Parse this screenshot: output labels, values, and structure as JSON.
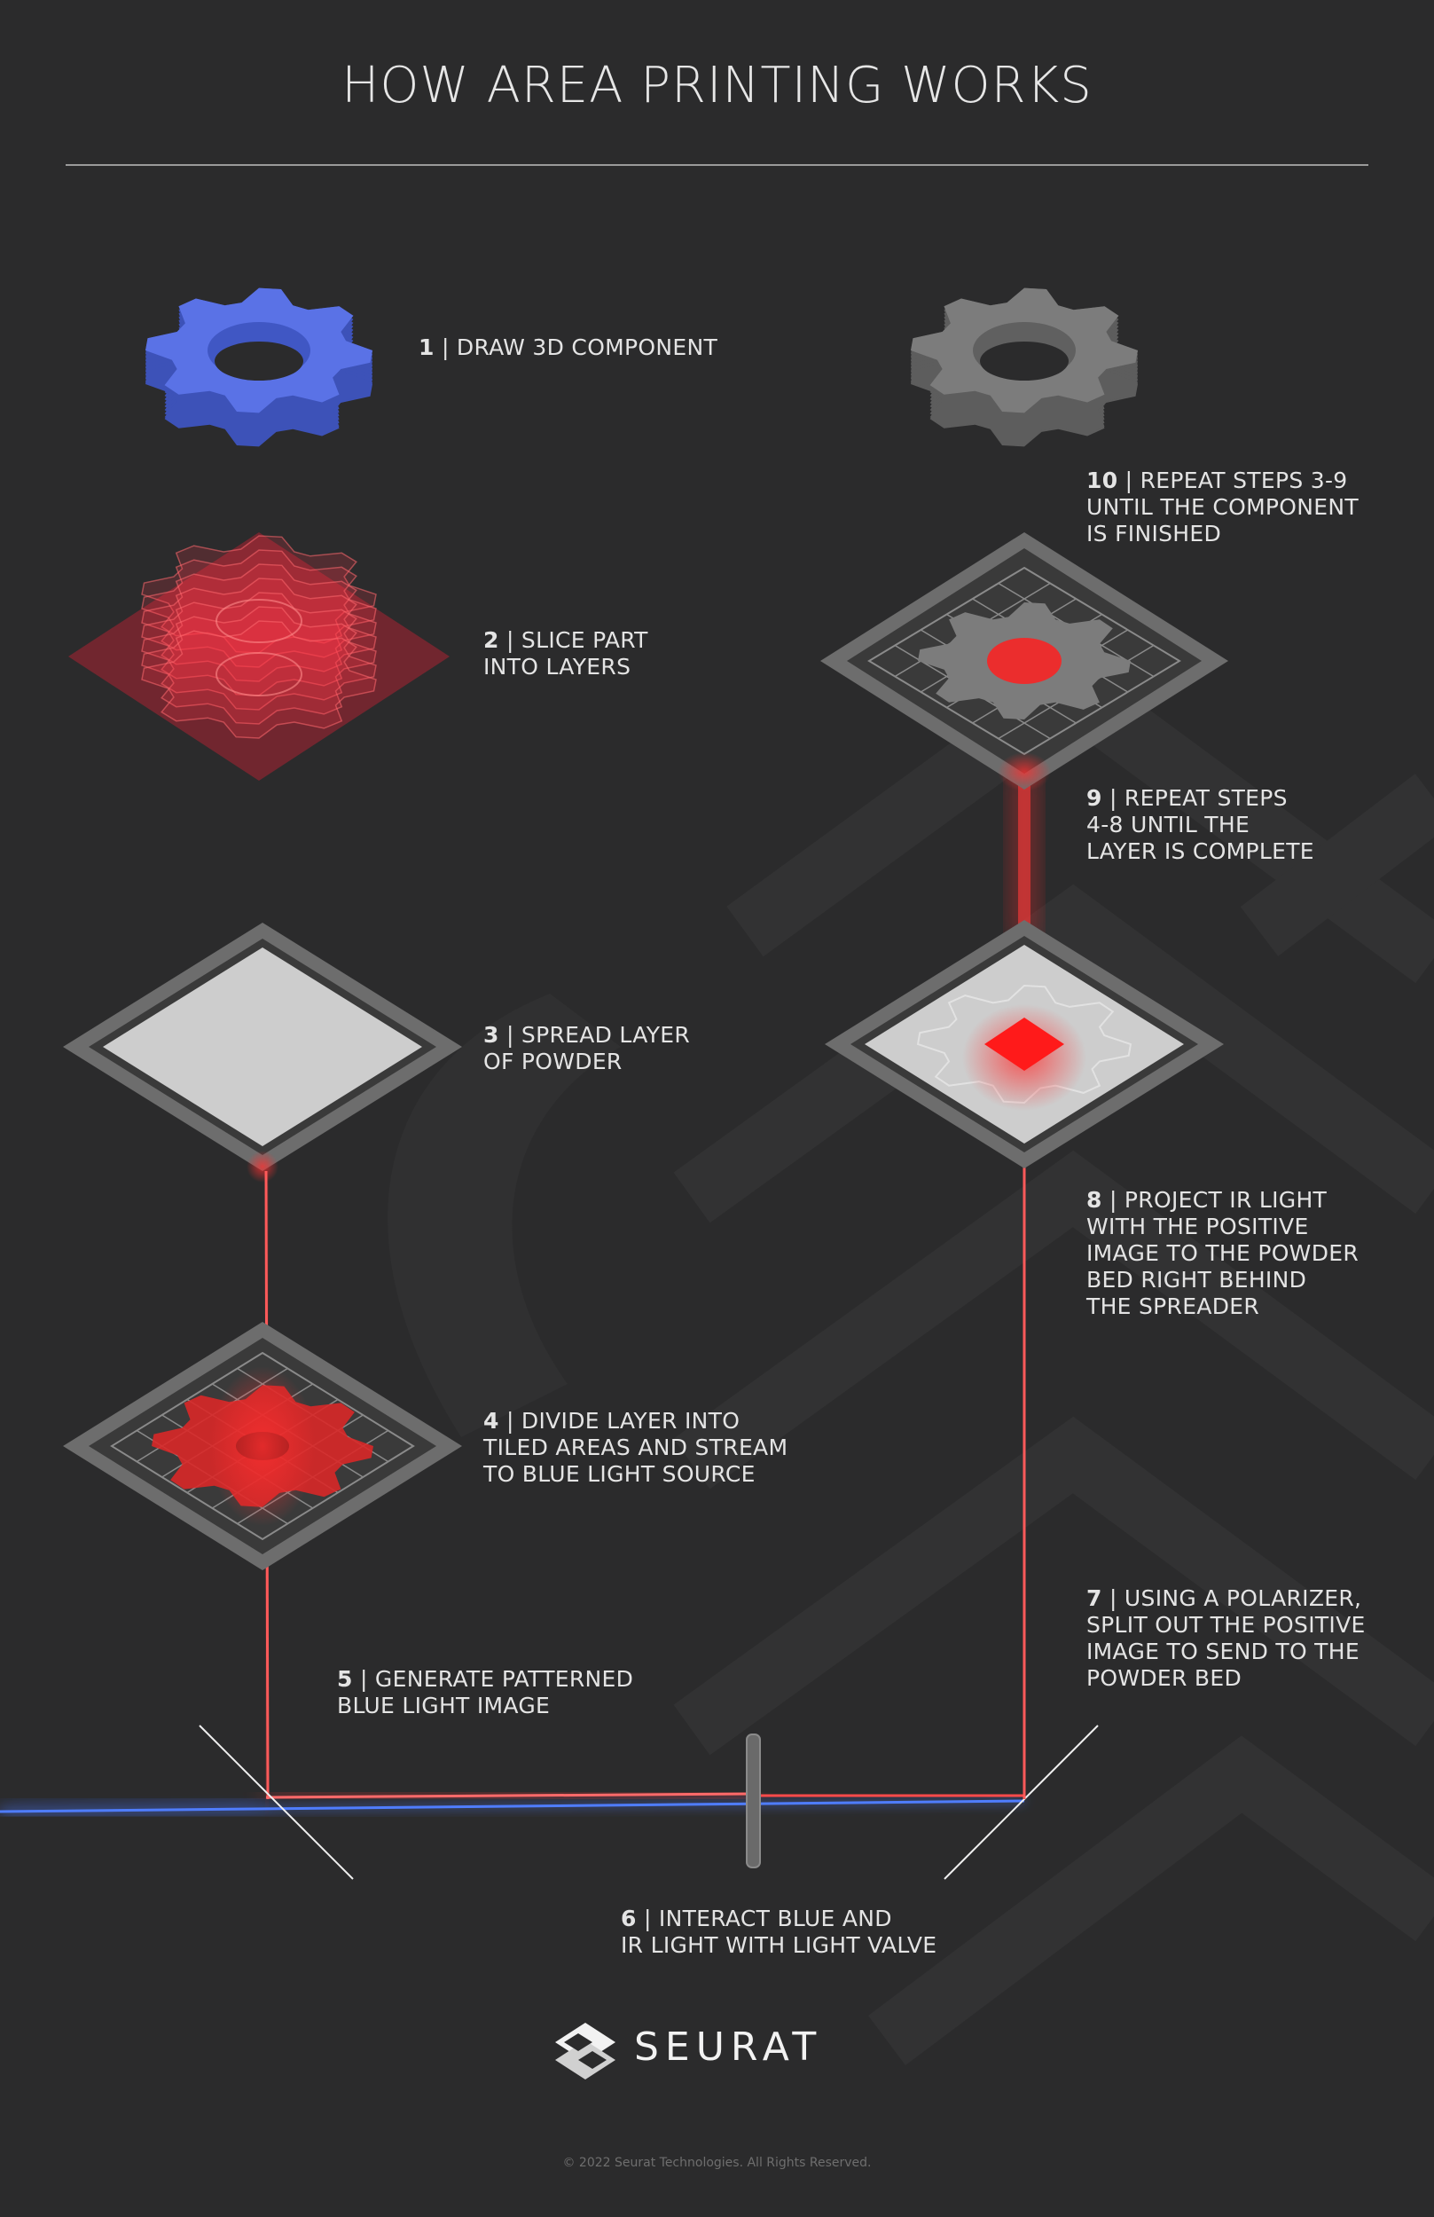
{
  "title": "HOW AREA PRINTING WORKS",
  "steps": [
    {
      "num": "1",
      "text": "DRAW 3D COMPONENT"
    },
    {
      "num": "2",
      "text": "SLICE PART\nINTO LAYERS"
    },
    {
      "num": "3",
      "text": "SPREAD LAYER\nOF POWDER"
    },
    {
      "num": "4",
      "text": "DIVIDE LAYER INTO\nTILED AREAS AND STREAM\nTO BLUE LIGHT SOURCE"
    },
    {
      "num": "5",
      "text": "GENERATE PATTERNED\nBLUE LIGHT IMAGE"
    },
    {
      "num": "6",
      "text": "INTERACT BLUE AND\nIR LIGHT WITH LIGHT VALVE"
    },
    {
      "num": "7",
      "text": "USING A POLARIZER,\nSPLIT OUT THE POSITIVE\nIMAGE TO SEND TO THE\nPOWDER BED"
    },
    {
      "num": "8",
      "text": "PROJECT IR LIGHT\nWITH THE POSITIVE\nIMAGE TO THE POWDER\nBED RIGHT BEHIND\nTHE SPREADER"
    },
    {
      "num": "9",
      "text": "REPEAT STEPS\n4-8 UNTIL THE\nLAYER IS COMPLETE"
    },
    {
      "num": "10",
      "text": "REPEAT STEPS 3-9\nUNTIL THE COMPONENT\nIS FINISHED"
    }
  ],
  "brand": "SEURAT",
  "copyright": "© 2022 Seurat Technologies. All Rights Reserved.",
  "colors": {
    "background": "#2b2b2c",
    "gear_blue": "#5a72e6",
    "gear_gray": "#7c7c7c",
    "laser_red": "#ff2a2a",
    "laser_blue": "#3a6cff",
    "powder": "#cfcfcf"
  },
  "icons": [
    "gear-icon",
    "sliced-gear-icon",
    "powder-bed-icon",
    "tiled-layer-icon",
    "mirror-icon",
    "light-valve-icon",
    "polarizer-icon",
    "seurat-logo-icon"
  ]
}
